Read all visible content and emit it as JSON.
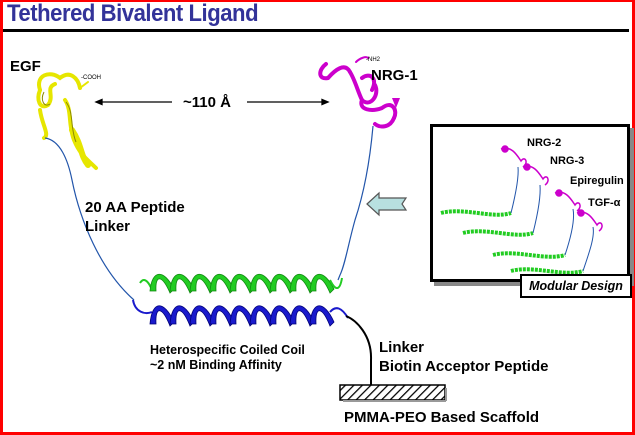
{
  "title": "Tethered Bivalent Ligand",
  "colors": {
    "title": "#333399",
    "border": "#ff0000",
    "egf": "#e6e600",
    "nrg": "#cc00cc",
    "coil_top": "#22cc22",
    "coil_bottom": "#1a1acc",
    "peptide_linker": "#2255aa",
    "arrow_fill": "#b8e0e0"
  },
  "labels": {
    "egf": "EGF",
    "egf_terminus": "-COOH",
    "nrg1": "NRG-1",
    "nrg1_terminus": "-NH2",
    "distance": "~110 Å",
    "peptide_linker_line1": "20 AA Peptide",
    "peptide_linker_line2": "Linker",
    "coiled_coil_line1": "Heterospecific Coiled Coil",
    "coiled_coil_line2": "~2 nM Binding Affinity",
    "linker_line1": "Linker",
    "linker_line2": "Biotin Acceptor Peptide",
    "scaffold": "PMMA-PEO Based Scaffold"
  },
  "modular_design": {
    "caption": "Modular Design",
    "ligands": [
      "NRG-2",
      "NRG-3",
      "Epiregulin",
      "TGF-α"
    ]
  },
  "icons": {
    "modular_arrow": "left-arrow-icon"
  }
}
